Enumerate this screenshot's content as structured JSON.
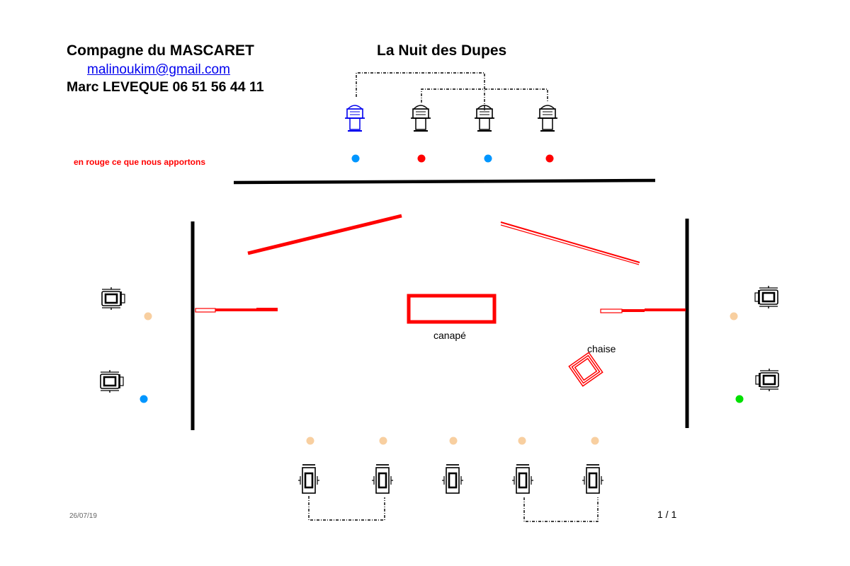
{
  "header": {
    "company": "Compagne du MASCARET",
    "title": "La Nuit des Dupes",
    "email": "malinoukim@gmail.com",
    "contact": "Marc LEVEQUE 06 51 56 44 11"
  },
  "legend_note": "en rouge ce que nous apportons",
  "labels": {
    "canape": "canapé",
    "chaise": "chaise"
  },
  "footer": {
    "date": "26/07/19",
    "page": "1 / 1"
  },
  "colors": {
    "black": "#000000",
    "red": "#ff0000",
    "blue": "#0096ff",
    "peach": "#f8cfa0",
    "green": "#00e000",
    "link_blue": "#0000ee"
  },
  "icons": {
    "top_fixtures": "stage-light-icon",
    "side_fixtures": "stage-light-icon",
    "bottom_fixtures": "stage-light-icon"
  }
}
